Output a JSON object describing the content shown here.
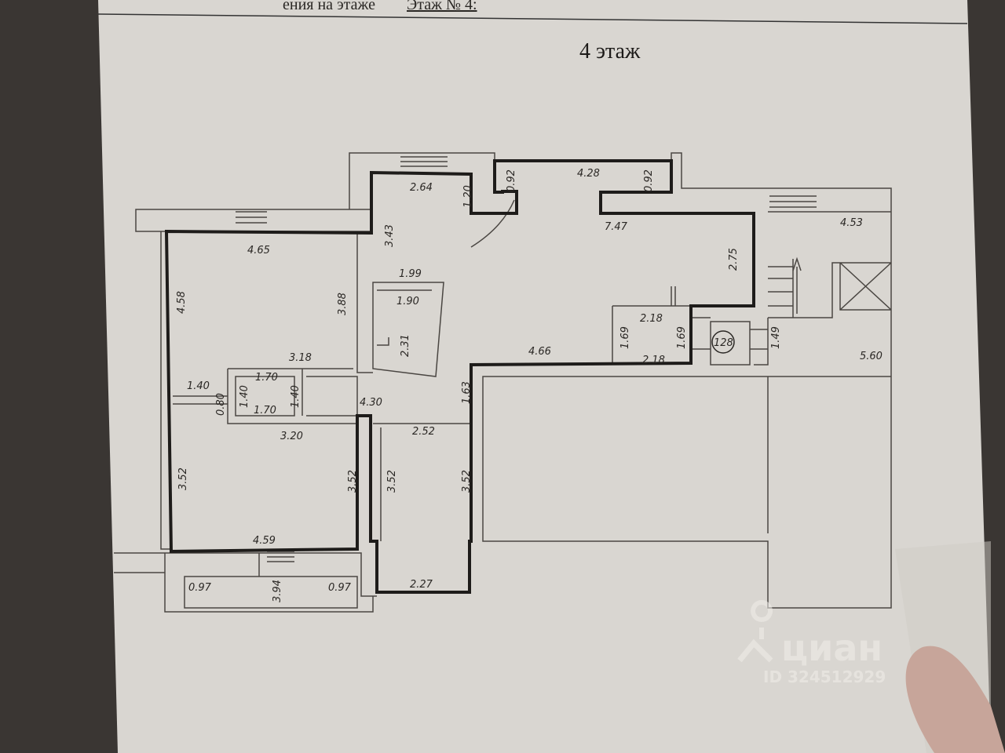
{
  "header": {
    "prefix": "ения на этаже",
    "floor_ref": "Этаж № 4:"
  },
  "plan": {
    "title": "4 этаж",
    "room_number": "128",
    "dims": [
      "2.64",
      "1.20",
      "0.92",
      "4.28",
      "0.92",
      "3.43",
      "4.65",
      "7.47",
      "2.75",
      "4.53",
      "4.58",
      "3.88",
      "1.99",
      "1.90",
      "2.31",
      "2.18",
      "1.69",
      "1.69",
      "1.49",
      "4.66",
      "2.18",
      "3.18",
      "1.40",
      "1.70",
      "1.40",
      "1.40",
      "0.80",
      "1.70",
      "4.30",
      "1.63",
      "5.60",
      "3.20",
      "2.52",
      "3.52",
      "3.52",
      "3.52",
      "3.52",
      "4.59",
      "0.97",
      "3.94",
      "0.97",
      "2.27"
    ]
  },
  "watermark": {
    "brand": "циан",
    "id": "ID 324512929"
  }
}
